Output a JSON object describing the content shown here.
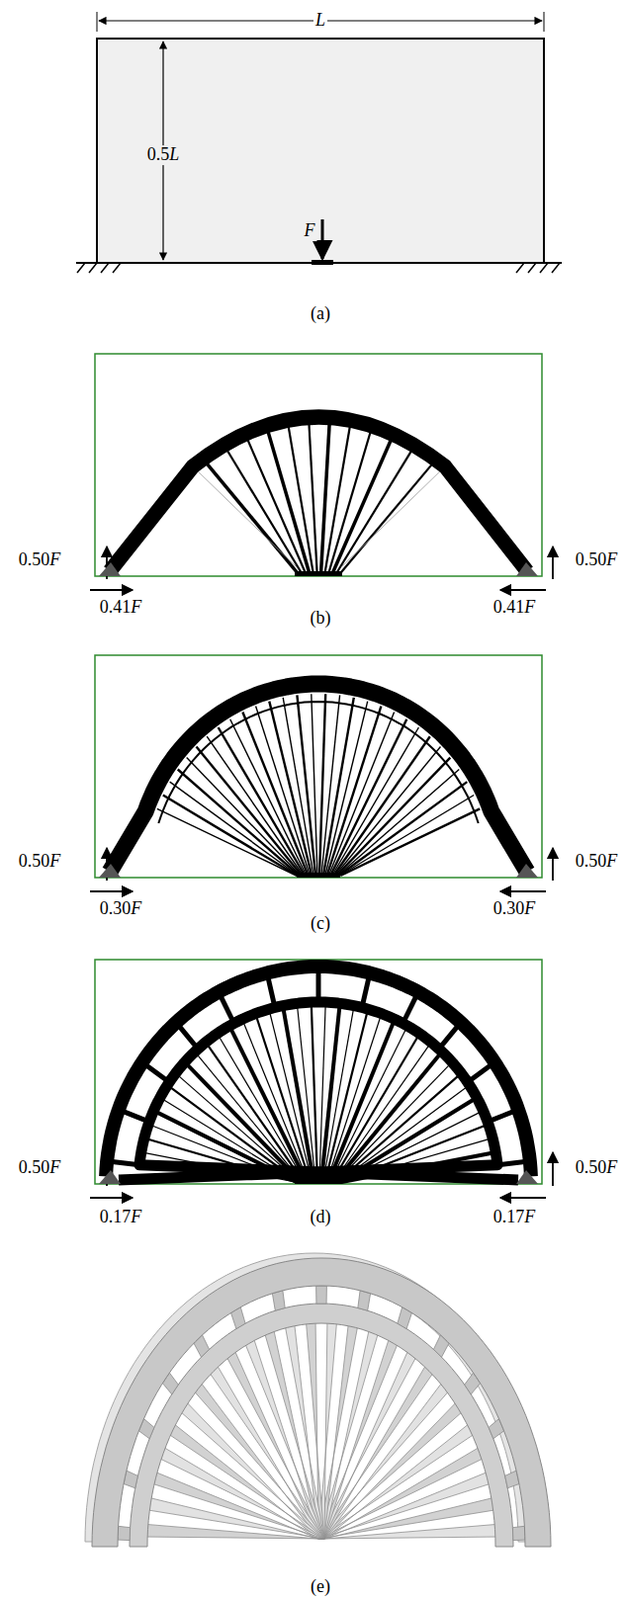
{
  "diagram": {
    "labels": [
      "L",
      "0.5L",
      "F",
      "(a)",
      "0.50F",
      "0.50F",
      "0.41F",
      "0.41F",
      "(b)",
      "0.50F",
      "0.50F",
      "0.30F",
      "0.30F",
      "(c)",
      "0.50F",
      "0.50F",
      "0.17F",
      "0.17F",
      "(d)",
      "(e)"
    ]
  }
}
